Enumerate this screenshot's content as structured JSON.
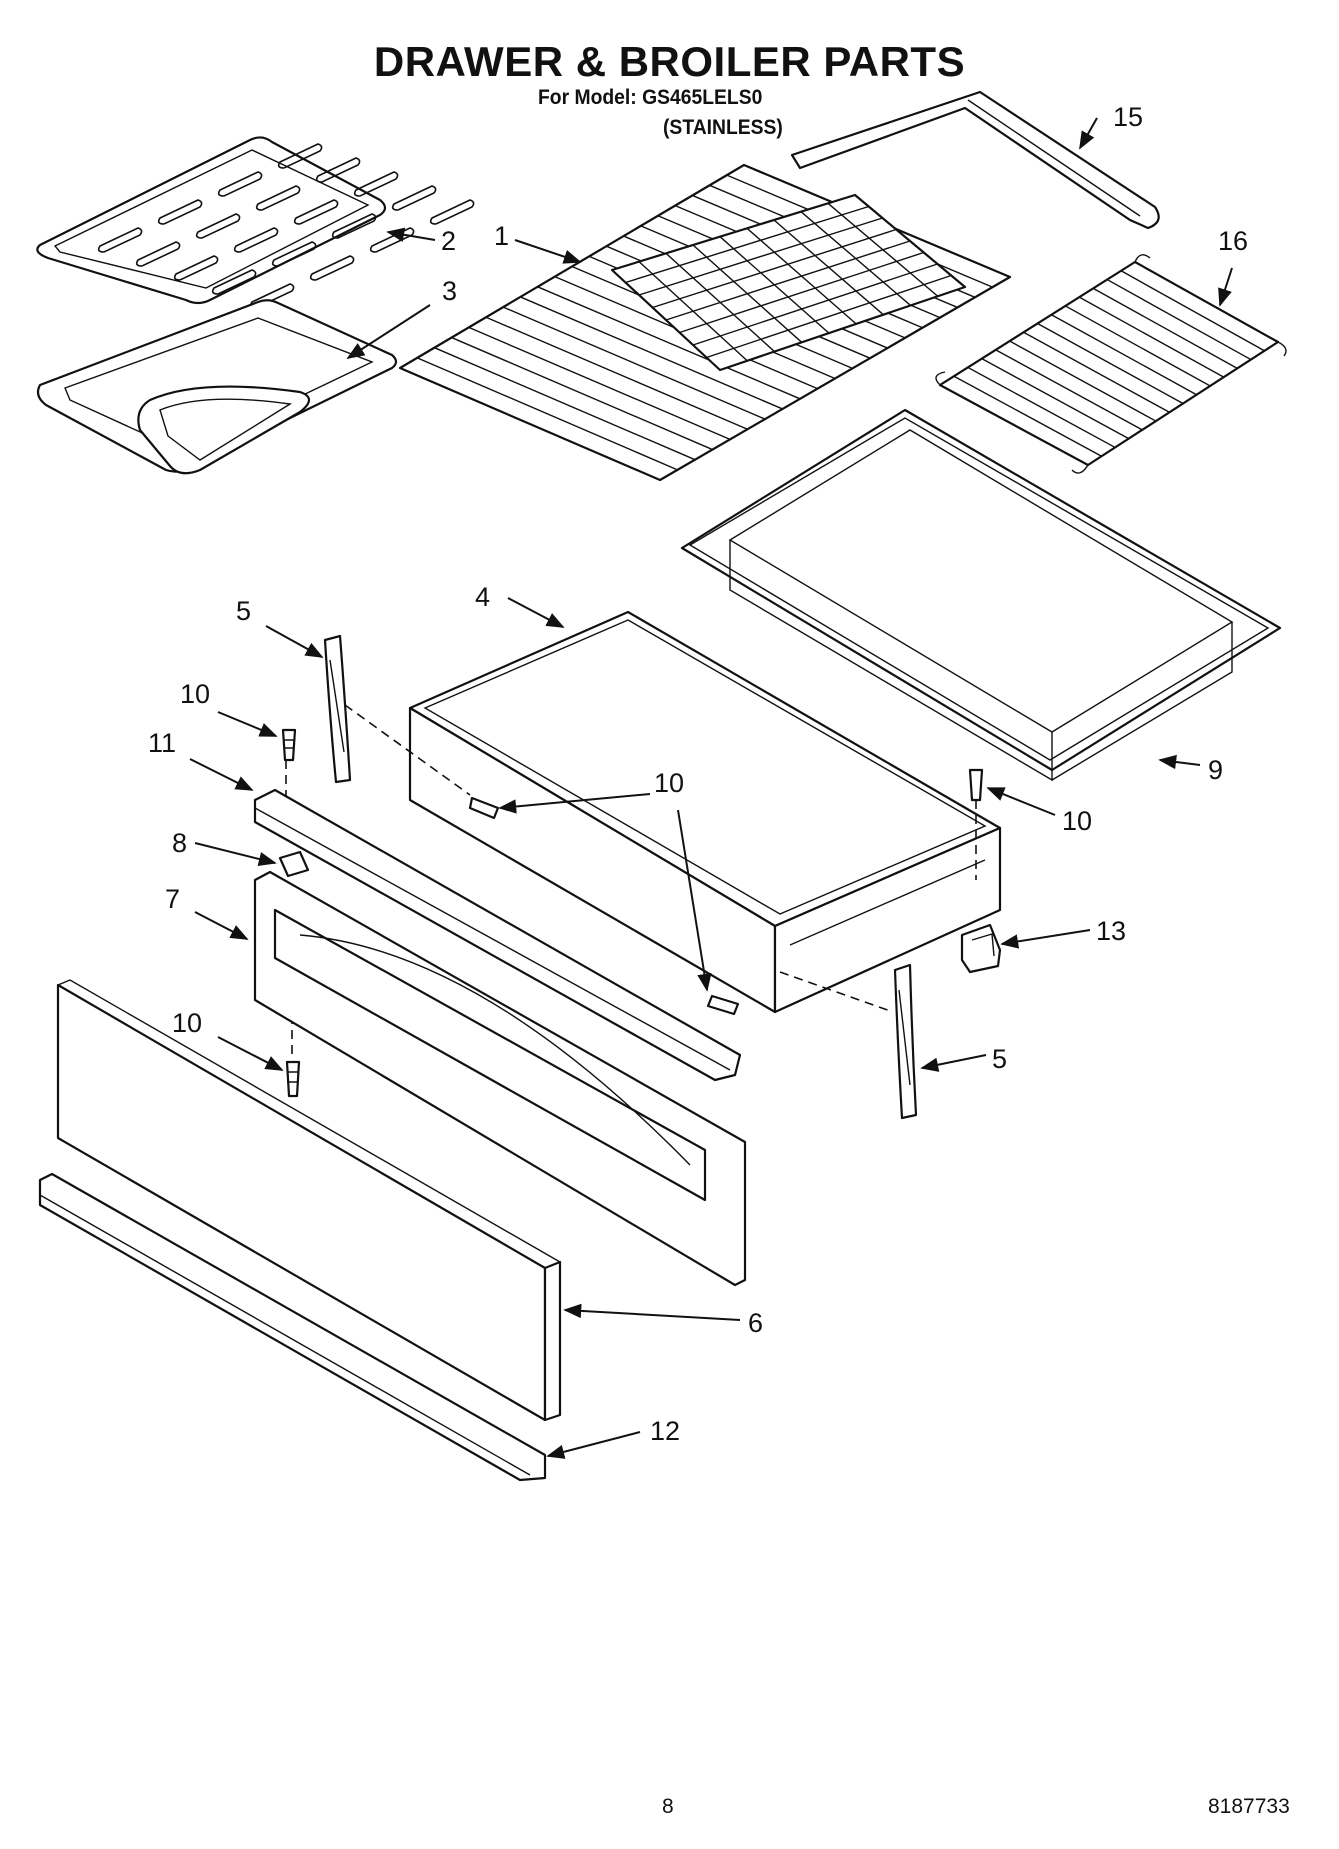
{
  "title": "DRAWER & BROILER PARTS",
  "model_line": "For Model: GS465LELS0",
  "finish_line": "(STAINLESS)",
  "part_labels": {
    "p1": "1",
    "p2": "2",
    "p3": "3",
    "p4": "4",
    "p5a": "5",
    "p5b": "5",
    "p6": "6",
    "p7": "7",
    "p8": "8",
    "p9": "9",
    "p10a": "10",
    "p10b": "10",
    "p10c": "10",
    "p10d": "10",
    "p11": "11",
    "p12": "12",
    "p13": "13",
    "p15": "15",
    "p16": "16"
  },
  "footer": {
    "page_number": "8",
    "document_number": "8187733"
  }
}
